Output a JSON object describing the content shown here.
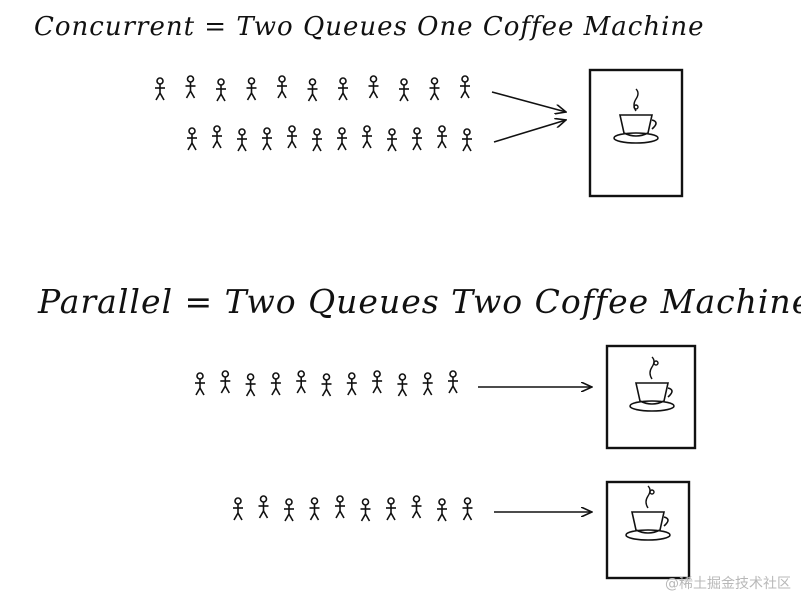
{
  "sections": [
    {
      "id": "concurrent",
      "title": "Concurrent = Two Queues One Coffee Machine",
      "queues": [
        11,
        12
      ],
      "machines": 1
    },
    {
      "id": "parallel",
      "title": "Parallel = Two Queues Two Coffee Machines",
      "queues": [
        11,
        10
      ],
      "machines": 2
    }
  ],
  "watermark": "@稀土掘金技术社区"
}
